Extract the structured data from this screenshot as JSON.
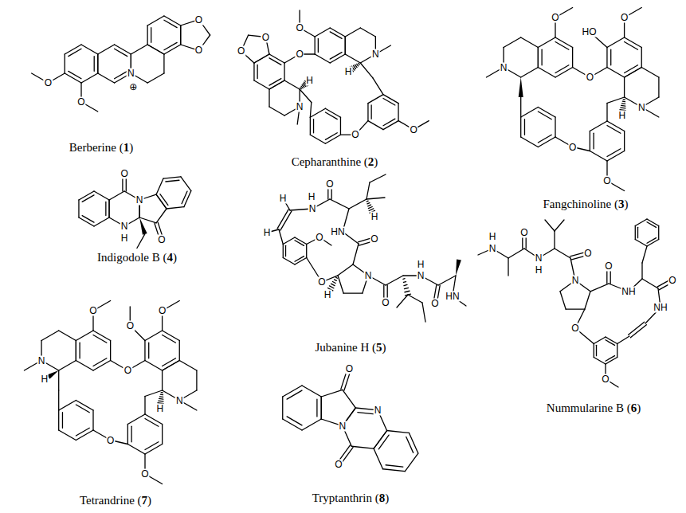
{
  "diagram": {
    "labels": [
      "O",
      "O",
      "N",
      "⊕",
      "O",
      "O",
      "Berberine (1)",
      "O",
      "O",
      "O",
      "N",
      "O",
      "H",
      "H",
      "N",
      "O",
      "O",
      "Cepharanthine (2)",
      "O",
      "HO",
      "O",
      "N",
      "O",
      "N",
      "H",
      "O",
      "O",
      "Fangchinoline (3)",
      "O",
      "N",
      "N",
      "H",
      "O",
      "Indigodole B (4)",
      "H",
      "H",
      "O",
      "H",
      "N",
      "H",
      "HN",
      "O",
      "O",
      "H",
      "N",
      "N",
      "O",
      "H",
      "O",
      "O",
      "HN",
      "Jubanine H (5)",
      "H",
      "N",
      "O",
      "N",
      "H",
      "O",
      "N",
      "O",
      "NH",
      "O",
      "NH",
      "O",
      "O",
      "Nummularine B (6)",
      "O",
      "O",
      "O",
      "N",
      "H",
      "O",
      "N",
      "H",
      "O",
      "O",
      "Tetrandrine (7)",
      "O",
      "N",
      "N",
      "O",
      "Tryptanthrin (8)"
    ]
  }
}
